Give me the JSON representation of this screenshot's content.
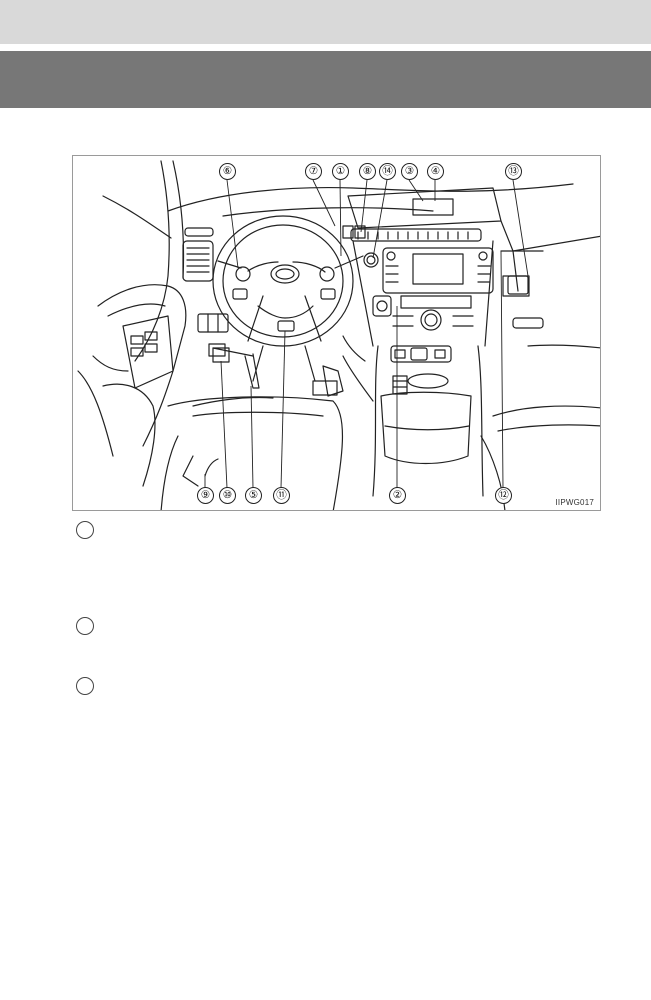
{
  "figure": {
    "code": "IIPWG017",
    "callouts_top": [
      "⑥",
      "⑦",
      "①",
      "⑧",
      "⑭",
      "③",
      "④",
      "⑬"
    ],
    "callouts_bottom": [
      "⑨",
      "⑩",
      "⑤",
      "⑪",
      "②",
      "⑫"
    ]
  },
  "list": {
    "markers": [
      "",
      "",
      ""
    ]
  },
  "colors": {
    "top_band": "#d9d9d9",
    "title_band": "#777777",
    "line": "#222222"
  }
}
